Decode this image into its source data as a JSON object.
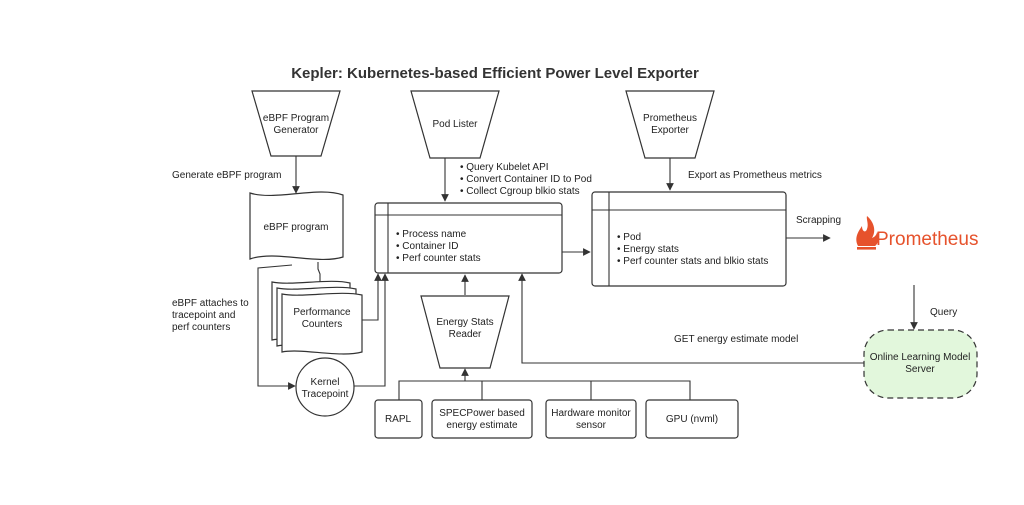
{
  "title": "Kepler: Kubernetes-based Efficient Power Level Exporter",
  "nodes": {
    "ebpf_generator": [
      "eBPF Program",
      "Generator"
    ],
    "pod_lister": [
      "Pod Lister"
    ],
    "prom_exporter": [
      "Prometheus",
      "Exporter"
    ],
    "ebpf_program": [
      "eBPF program"
    ],
    "perf_counters": [
      "Performance",
      "Counters"
    ],
    "kernel_tracepoint": [
      "Kernel",
      "Tracepoint"
    ],
    "energy_reader": [
      "Energy Stats",
      "Reader"
    ],
    "rapl": [
      "RAPL"
    ],
    "specpower": [
      "SPECPower based",
      "energy estimate"
    ],
    "hw_monitor": [
      "Hardware monitor",
      "sensor"
    ],
    "gpu": [
      "GPU (nvml)"
    ],
    "online_server": [
      "Online Learning Model",
      "Server"
    ],
    "prometheus_logo": "Prometheus"
  },
  "tables": {
    "process": [
      "• Process name",
      "• Container ID",
      "• Perf counter stats"
    ],
    "exporter": [
      "• Pod",
      "• Energy stats",
      "• Perf counter stats and blkio stats"
    ]
  },
  "labels": {
    "generate_ebpf": "Generate eBPF program",
    "ebpf_attaches": [
      "eBPF attaches to",
      "tracepoint and",
      "perf counters"
    ],
    "pod_lister_notes": [
      "• Query Kubelet API",
      "• Convert Container ID to Pod",
      "• Collect Cgroup blkio stats"
    ],
    "export_metrics": "Export as Prometheus metrics",
    "scrapping": "Scrapping",
    "query": "Query",
    "get_model": "GET energy estimate model"
  },
  "colors": {
    "stroke": "#333333",
    "online_server_fill": "#e2f7dc",
    "prometheus_brand": "#e6522c"
  },
  "icons": {
    "prometheus": "prometheus-flame-icon"
  }
}
